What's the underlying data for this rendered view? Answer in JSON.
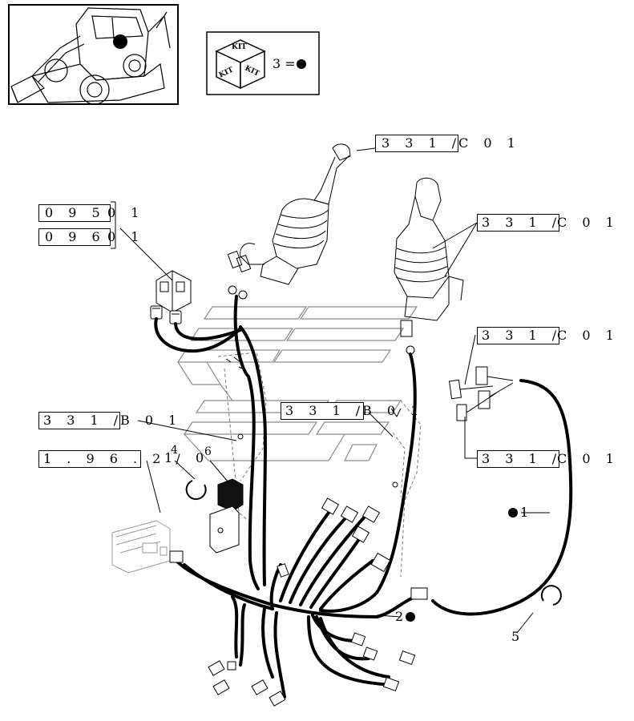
{
  "kit": {
    "top_label": "KIT",
    "left_label": "KIT",
    "right_label": "KIT",
    "equation": "3 ="
  },
  "references": [
    {
      "id": "ref-331c-top",
      "text": "3 3 1 /",
      "suffix": "C  0 1"
    },
    {
      "id": "ref-095",
      "text": "0 9 5",
      "suffix": "0 1"
    },
    {
      "id": "ref-096",
      "text": "0 9 6",
      "suffix": "0 1"
    },
    {
      "id": "ref-331c-right1",
      "text": "3 3 1 /",
      "suffix": "C  0 1"
    },
    {
      "id": "ref-331c-right2",
      "text": "3 3 1 /",
      "suffix": "C  0 1"
    },
    {
      "id": "ref-331b-center",
      "text": "3 3 1 /",
      "suffix": "B  0 1"
    },
    {
      "id": "ref-331b-left",
      "text": "3 3 1 /",
      "suffix": "B  0 1"
    },
    {
      "id": "ref-1962",
      "text": "1 . 9 6 . 2 /",
      "suffix": ""
    },
    {
      "id": "ref-331c-right3",
      "text": "3 3 1 /",
      "suffix": "C  0 1"
    }
  ],
  "callouts": {
    "c1": "1",
    "c1b": "1",
    "c2": "2",
    "c4": "4",
    "c5": "5",
    "c6": "6",
    "c0": "0"
  }
}
